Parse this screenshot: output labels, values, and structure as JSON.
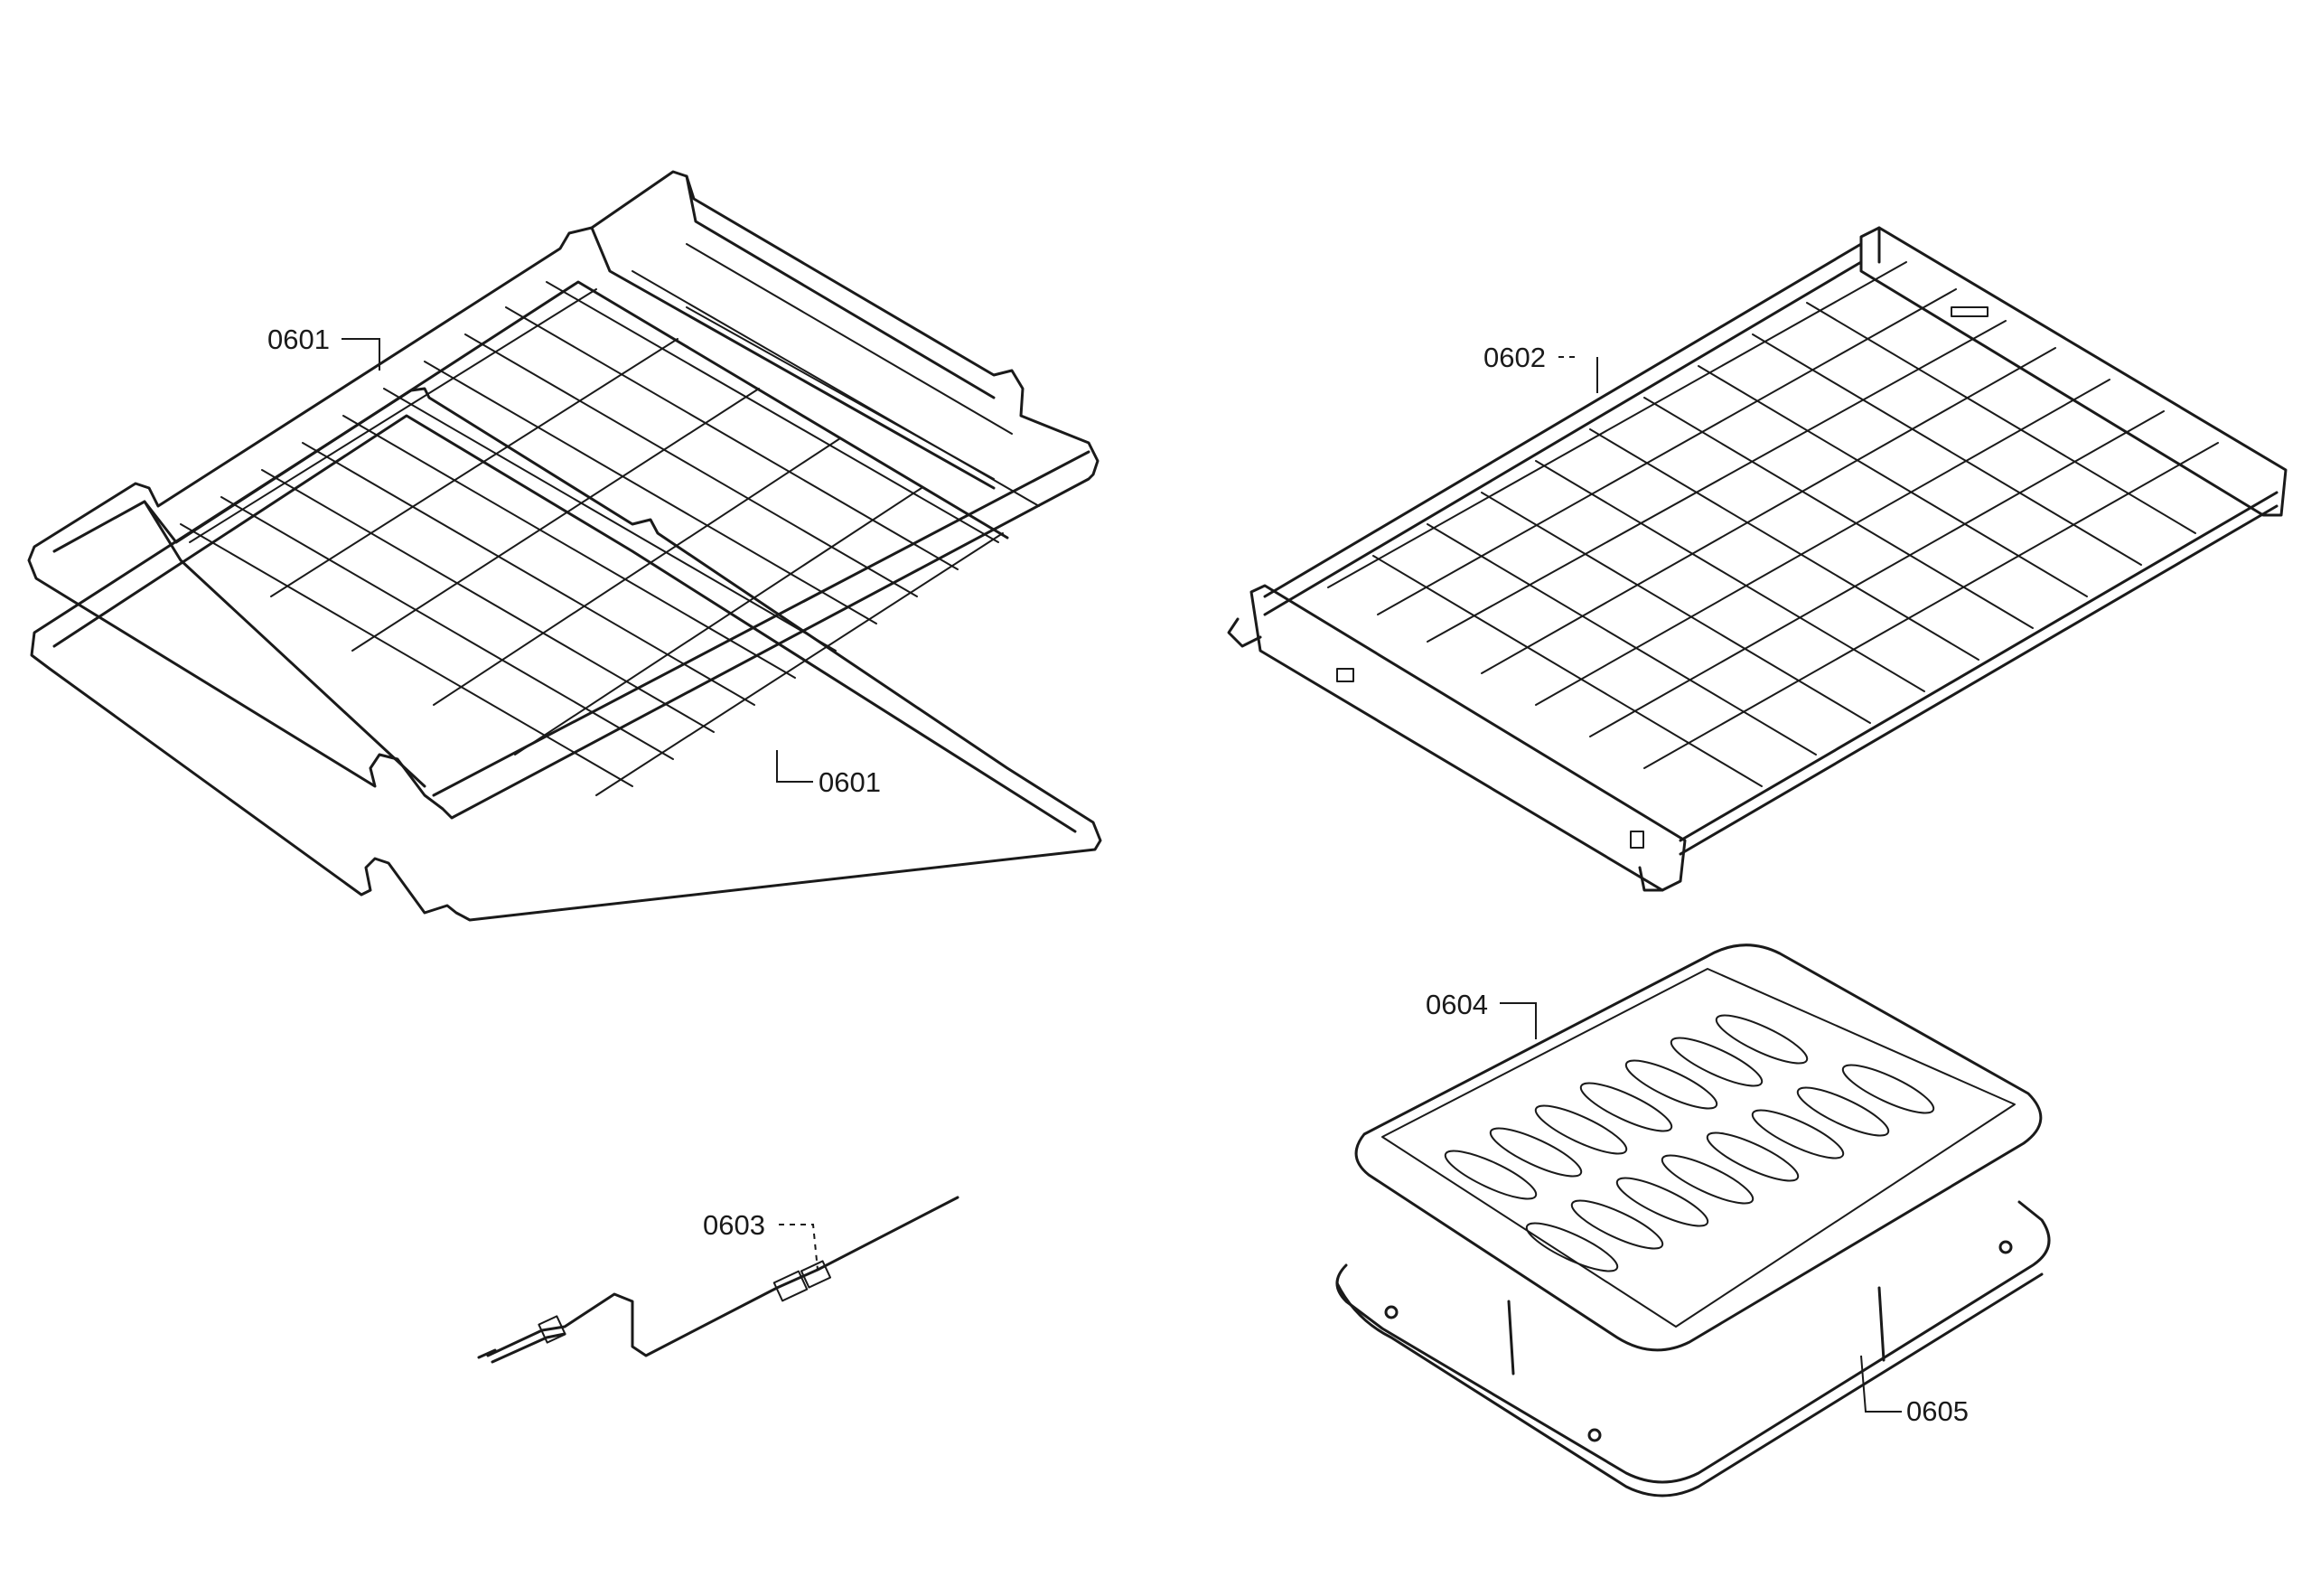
{
  "diagram": {
    "callouts": [
      {
        "id": "0601a",
        "label": "0601"
      },
      {
        "id": "0601b",
        "label": "0601"
      },
      {
        "id": "0602",
        "label": "0602"
      },
      {
        "id": "0603",
        "label": "0603"
      },
      {
        "id": "0604",
        "label": "0604"
      },
      {
        "id": "0605",
        "label": "0605"
      }
    ],
    "parts": [
      {
        "callout": "0601",
        "icon": "oven-wire-rack-icon",
        "count": 2
      },
      {
        "callout": "0602",
        "icon": "telescopic-rack-icon"
      },
      {
        "callout": "0603",
        "icon": "meat-probe-icon"
      },
      {
        "callout": "0604",
        "icon": "broil-pan-grid-icon"
      },
      {
        "callout": "0605",
        "icon": "broil-pan-icon"
      }
    ]
  }
}
